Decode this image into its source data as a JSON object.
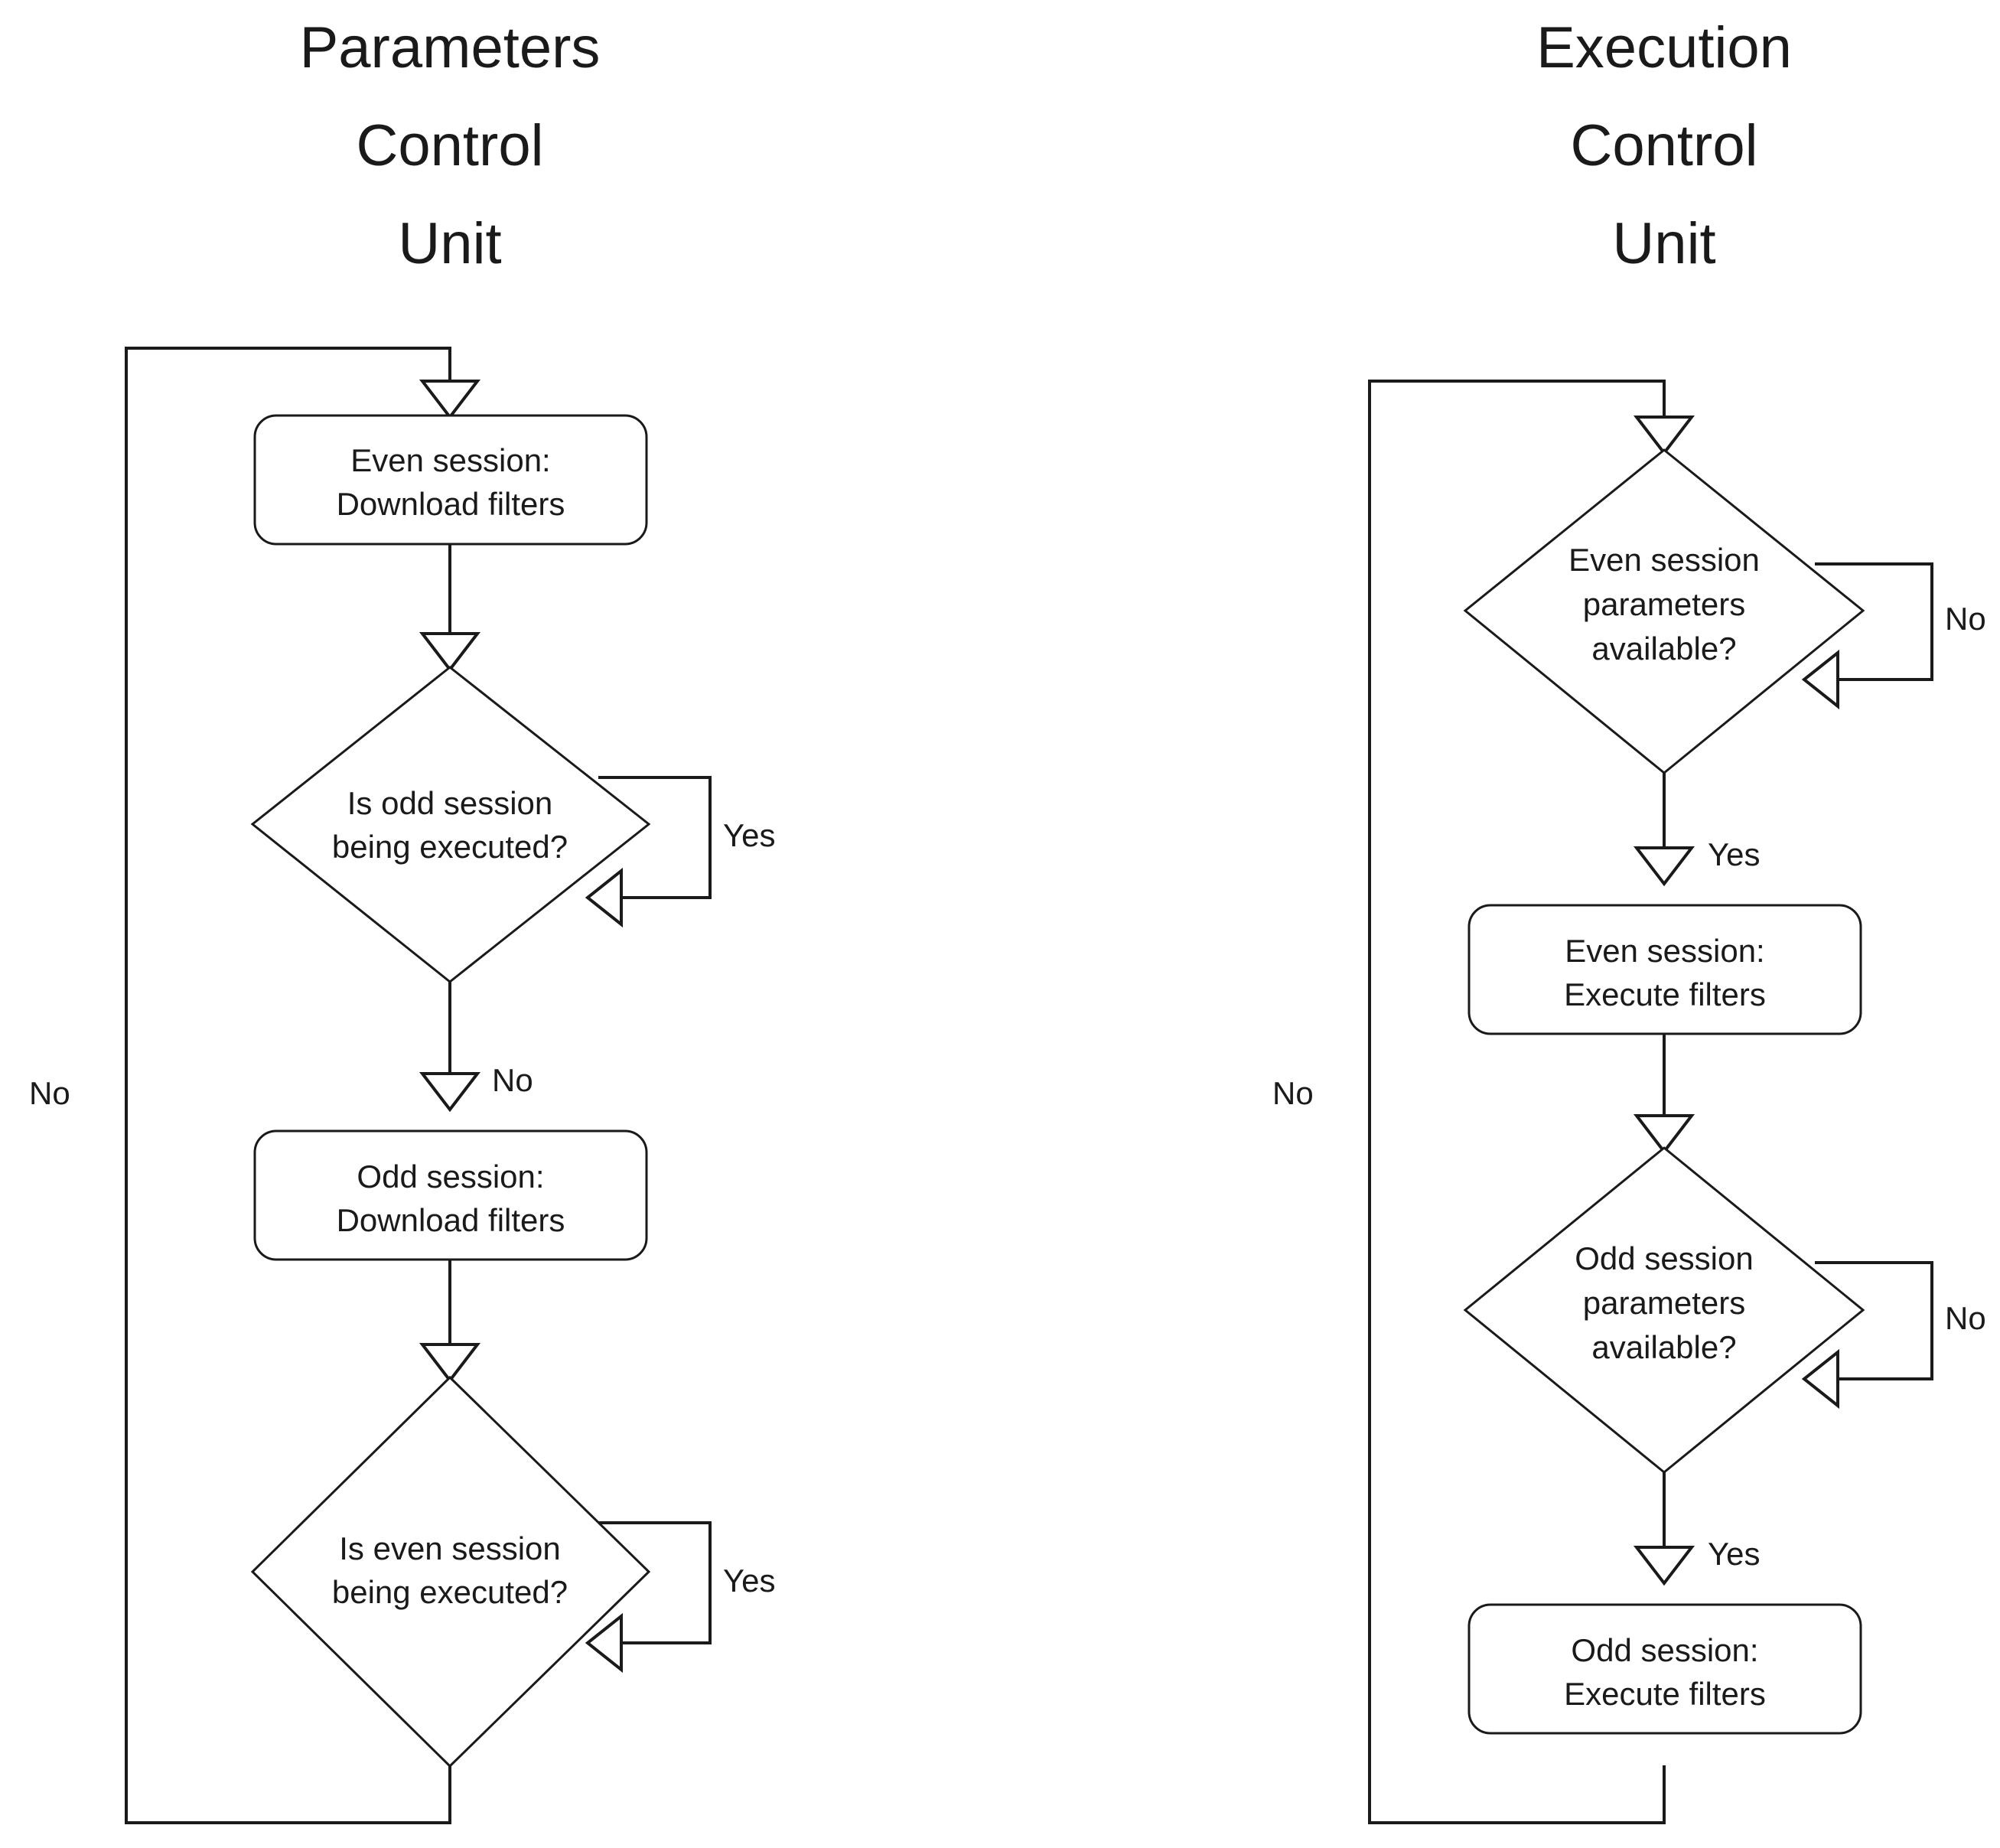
{
  "diagram": {
    "kind": "flowchart",
    "background_color": "#ffffff",
    "line_color": "#1a1a1a",
    "text_color": "#1a1a1a"
  },
  "columns": [
    {
      "id": "parameters-control-unit",
      "title_lines": [
        "Parameters",
        "Control",
        "Unit"
      ],
      "nodes": [
        {
          "id": "pcu-even-download",
          "shape": "rounded-rect",
          "lines": [
            "Even session:",
            "Download filters"
          ]
        },
        {
          "id": "pcu-odd-executing",
          "shape": "diamond",
          "lines": [
            "Is odd session",
            "being executed?"
          ],
          "self_loop_label": "Yes"
        },
        {
          "id": "pcu-odd-download",
          "shape": "rounded-rect",
          "lines": [
            "Odd session:",
            "Download filters"
          ],
          "incoming_label": "No"
        },
        {
          "id": "pcu-even-executing",
          "shape": "diamond",
          "lines": [
            "Is even session",
            "being executed?"
          ],
          "self_loop_label": "Yes"
        }
      ],
      "outer_loop_label": "No"
    },
    {
      "id": "execution-control-unit",
      "title_lines": [
        "Execution",
        "Control",
        "Unit"
      ],
      "nodes": [
        {
          "id": "ecu-even-params",
          "shape": "diamond",
          "lines": [
            "Even session",
            "parameters",
            "available?"
          ],
          "self_loop_label": "No"
        },
        {
          "id": "ecu-even-execute",
          "shape": "rounded-rect",
          "lines": [
            "Even session:",
            "Execute filters"
          ],
          "incoming_label": "Yes"
        },
        {
          "id": "ecu-odd-params",
          "shape": "diamond",
          "lines": [
            "Odd session",
            "parameters",
            "available?"
          ],
          "self_loop_label": "No"
        },
        {
          "id": "ecu-odd-execute",
          "shape": "rounded-rect",
          "lines": [
            "Odd session:",
            "Execute filters"
          ],
          "incoming_label": "Yes"
        }
      ],
      "outer_loop_label": "No"
    }
  ],
  "labels": {
    "left_title_1": "Parameters",
    "left_title_2": "Control",
    "left_title_3": "Unit",
    "right_title_1": "Execution",
    "right_title_2": "Control",
    "right_title_3": "Unit",
    "pcu_n1_l1": "Even session:",
    "pcu_n1_l2": "Download filters",
    "pcu_n2_l1": "Is odd session",
    "pcu_n2_l2": "being executed?",
    "pcu_n2_yes": "Yes",
    "pcu_n2_no": "No",
    "pcu_n3_l1": "Odd session:",
    "pcu_n3_l2": "Download filters",
    "pcu_n4_l1": "Is even session",
    "pcu_n4_l2": "being executed?",
    "pcu_n4_yes": "Yes",
    "pcu_outer_no": "No",
    "ecu_n1_l1": "Even session",
    "ecu_n1_l2": "parameters",
    "ecu_n1_l3": "available?",
    "ecu_n1_no": "No",
    "ecu_n2_l1": "Even session:",
    "ecu_n2_l2": "Execute filters",
    "ecu_n2_yes": "Yes",
    "ecu_n3_l1": "Odd session",
    "ecu_n3_l2": "parameters",
    "ecu_n3_l3": "available?",
    "ecu_n3_no": "No",
    "ecu_n4_l1": "Odd session:",
    "ecu_n4_l2": "Execute filters",
    "ecu_n4_yes": "Yes",
    "ecu_outer_no": "No"
  }
}
